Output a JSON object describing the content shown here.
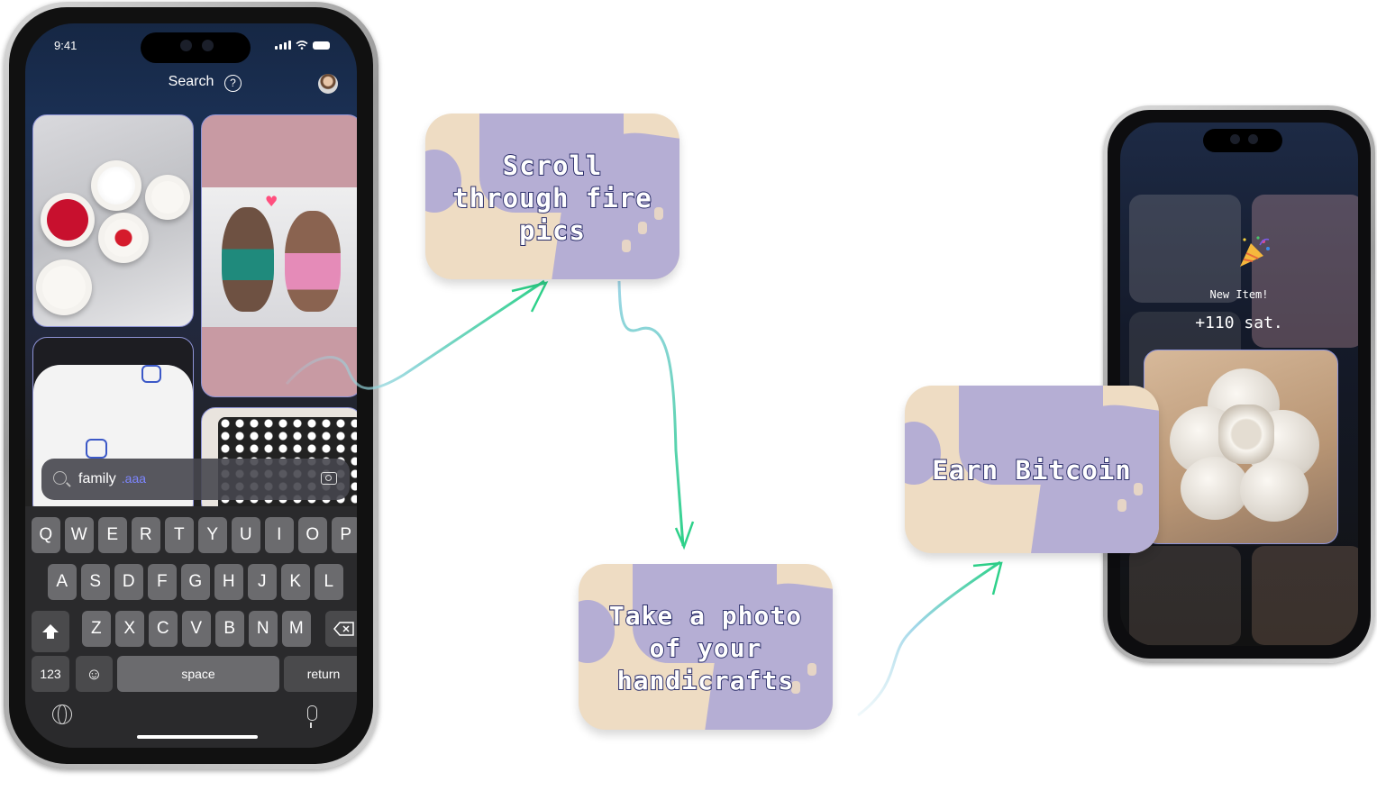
{
  "phone_left": {
    "status": {
      "time": "9:41"
    },
    "header": {
      "title": "Search",
      "help": "?"
    },
    "search": {
      "query": "family",
      "suffix": ".aaa"
    },
    "keyboard": {
      "row1": [
        "Q",
        "W",
        "E",
        "R",
        "T",
        "Y",
        "U",
        "I",
        "O",
        "P"
      ],
      "row2": [
        "A",
        "S",
        "D",
        "F",
        "G",
        "H",
        "J",
        "K",
        "L"
      ],
      "row3": [
        "Z",
        "X",
        "C",
        "V",
        "B",
        "N",
        "M"
      ],
      "numbers": "123",
      "space": "space",
      "return": "return"
    }
  },
  "cards": {
    "scroll": "Scroll through fire pics",
    "photo": "Take a photo of your handicrafts",
    "earn": "Earn Bitcoin"
  },
  "phone_right": {
    "reward_title": "New Item!",
    "reward_amount": "+110 sat."
  },
  "colors": {
    "card_base": "#eedcc3",
    "card_blob": "#b5aed4",
    "arrow_green": "#2ed18a",
    "arrow_blue": "#9fd6e8",
    "accent_text": "#7d86ff"
  }
}
